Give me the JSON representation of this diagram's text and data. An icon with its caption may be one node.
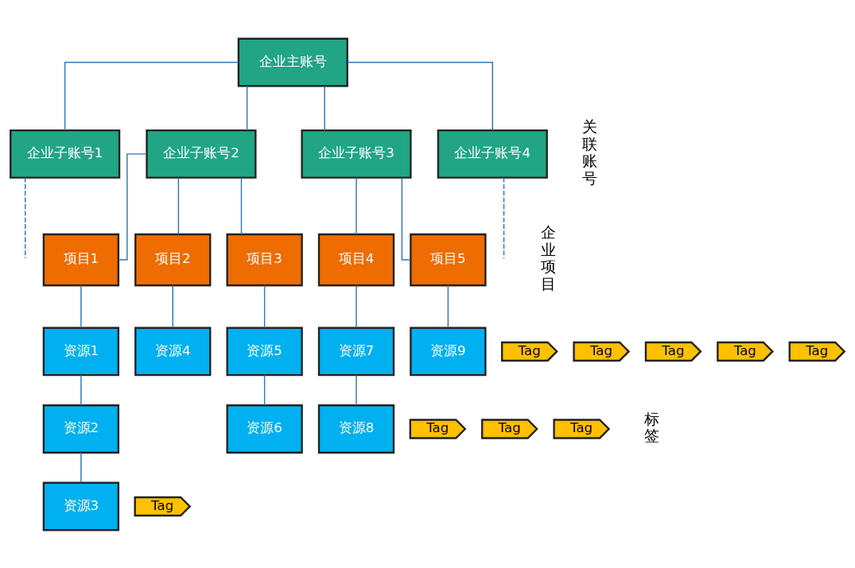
{
  "diagram": {
    "nodes": [
      {
        "text": [
          "企业主账号"
        ]
      },
      {
        "text": [
          "企业子账号1"
        ]
      },
      {
        "text": [
          "企业子账号2"
        ]
      },
      {
        "text": [
          "企业子账号3"
        ]
      },
      {
        "text": [
          "企业子账号4"
        ]
      },
      {
        "text": [
          "项目1"
        ]
      },
      {
        "text": [
          "项目2"
        ]
      },
      {
        "text": [
          "项目3"
        ]
      },
      {
        "text": [
          "项目4"
        ]
      },
      {
        "text": [
          "项目5"
        ]
      },
      {
        "text": [
          "资源1"
        ]
      },
      {
        "text": [
          "资源2"
        ]
      },
      {
        "text": [
          "资源3"
        ]
      },
      {
        "text": [
          "资源4"
        ]
      },
      {
        "text": [
          "资源5"
        ]
      },
      {
        "text": [
          "资源6"
        ]
      },
      {
        "text": [
          "资源7"
        ]
      },
      {
        "text": [
          "资源8"
        ]
      },
      {
        "text": [
          "资源9"
        ]
      },
      {
        "text": [
          "Tag"
        ]
      },
      {
        "text": [
          "Tag"
        ]
      },
      {
        "text": [
          "Tag"
        ]
      },
      {
        "text": [
          "Tag"
        ]
      },
      {
        "text": [
          "Tag"
        ]
      },
      {
        "text": [
          "Tag"
        ]
      },
      {
        "text": [
          "Tag"
        ]
      },
      {
        "text": [
          "Tag"
        ]
      },
      {
        "text": [
          "Tag"
        ]
      }
    ],
    "edges": [
      {
        "from": 0,
        "to": 1,
        "arrow": "none"
      },
      {
        "from": 0,
        "to": 2,
        "arrow": "none"
      },
      {
        "from": 0,
        "to": 3,
        "arrow": "none"
      },
      {
        "from": 0,
        "to": 4,
        "arrow": "none"
      },
      {
        "from": 1,
        "to": null,
        "arrow": "none",
        "style": "dashed"
      },
      {
        "from": 4,
        "to": null,
        "arrow": "none",
        "style": "dashed"
      },
      {
        "from": 2,
        "to": 5,
        "arrow": "none"
      },
      {
        "from": 2,
        "to": 6,
        "arrow": "none"
      },
      {
        "from": 2,
        "to": 7,
        "arrow": "none"
      },
      {
        "from": 3,
        "to": 8,
        "arrow": "none"
      },
      {
        "from": 3,
        "to": 9,
        "arrow": "none"
      },
      {
        "from": 5,
        "to": 10,
        "arrow": "none"
      },
      {
        "from": 10,
        "to": 11,
        "arrow": "none"
      },
      {
        "from": 11,
        "to": 12,
        "arrow": "none"
      },
      {
        "from": 6,
        "to": 13,
        "arrow": "none"
      },
      {
        "from": 7,
        "to": 14,
        "arrow": "none"
      },
      {
        "from": 14,
        "to": 15,
        "arrow": "none"
      },
      {
        "from": 8,
        "to": 16,
        "arrow": "none"
      },
      {
        "from": 16,
        "to": 17,
        "arrow": "none"
      },
      {
        "from": 9,
        "to": 18,
        "arrow": "none"
      }
    ],
    "labels": [
      "关联账号",
      "企业项目",
      "标签"
    ]
  }
}
